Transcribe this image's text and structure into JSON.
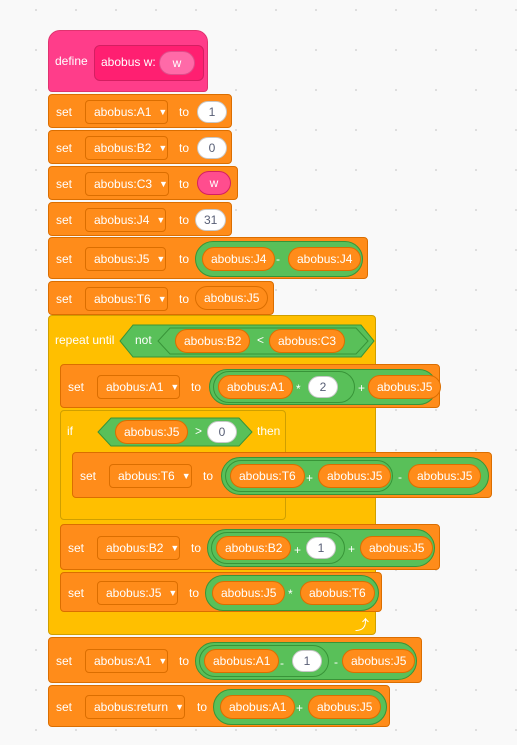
{
  "define": {
    "label": "define",
    "proc_name": "abobus w:",
    "param": "w"
  },
  "words": {
    "set": "set",
    "to": "to",
    "repeat_until": "repeat until",
    "not": "not",
    "if": "if",
    "then": "then"
  },
  "ops": {
    "minus": "-",
    "plus": "+",
    "times": "*",
    "lt": "<",
    "gt": ">"
  },
  "vars": {
    "a1": "abobus:A1",
    "b2": "abobus:B2",
    "c3": "abobus:C3",
    "j4": "abobus:J4",
    "j5": "abobus:J5",
    "t6": "abobus:T6",
    "ret": "abobus:return"
  },
  "values": {
    "one": "1",
    "zero": "0",
    "thirtyone": "31",
    "two": "2",
    "w": "w"
  },
  "icons": {
    "caret": "caret-down-icon",
    "loop": "loop-arrow-icon"
  },
  "colors": {
    "looks_define": "#ff3d8a",
    "variables": "#ff8c1a",
    "control": "#ffbf00",
    "operators": "#59c059"
  }
}
